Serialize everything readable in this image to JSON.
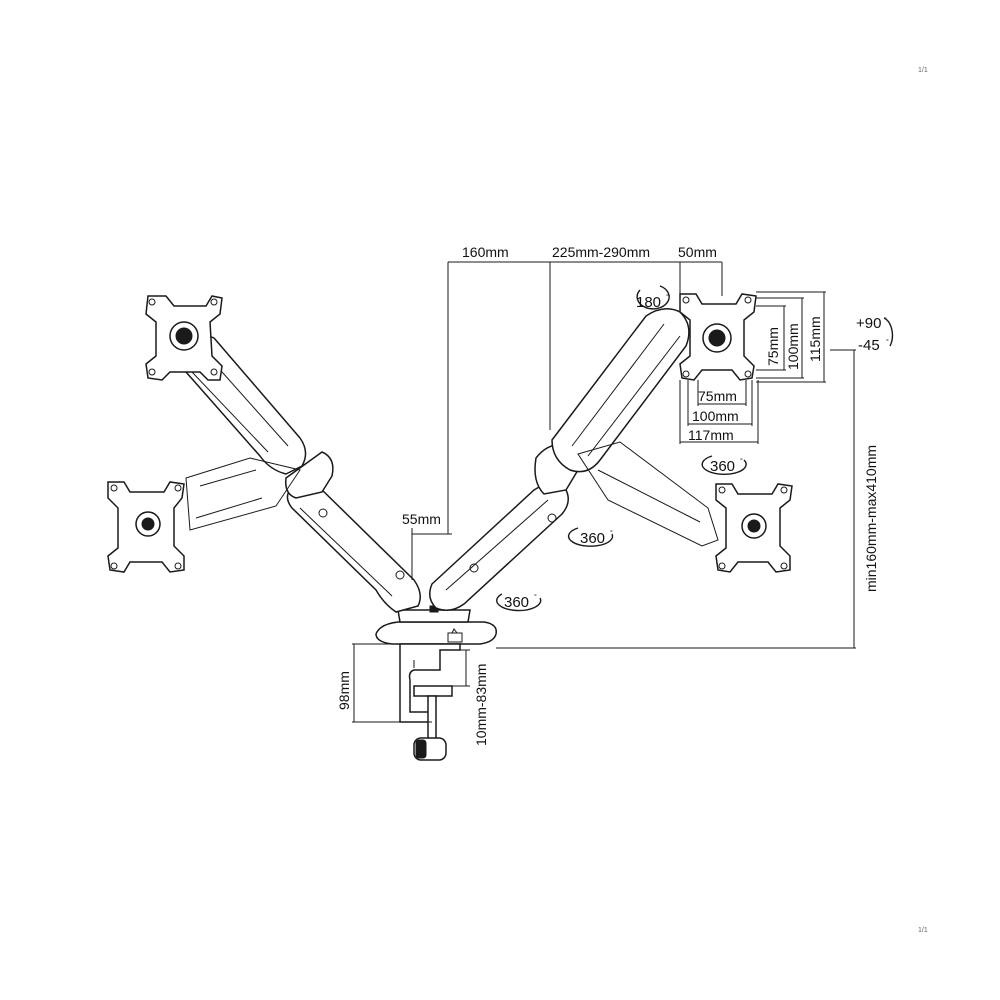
{
  "dimensions": {
    "offset_160": "160mm",
    "arm_length": "225mm-290mm",
    "offset_50": "50mm",
    "pole_gap": "55mm",
    "vesa_h_75": "75mm",
    "vesa_h_100": "100mm",
    "vesa_h_117": "117mm",
    "vesa_v_75": "75mm",
    "vesa_v_100": "100mm",
    "vesa_v_115": "115mm",
    "height_range": "min160mm-max410mm",
    "clamp_height": "98mm",
    "desk_thickness": "10mm-83mm"
  },
  "rotations": {
    "rotate_180": "180",
    "tilt_up": "+90",
    "tilt_down": "-45",
    "swivel_head": "360",
    "swivel_mid": "360",
    "swivel_base": "360"
  },
  "corner_marks": {
    "top": "1/1",
    "bottom": "1/1"
  }
}
